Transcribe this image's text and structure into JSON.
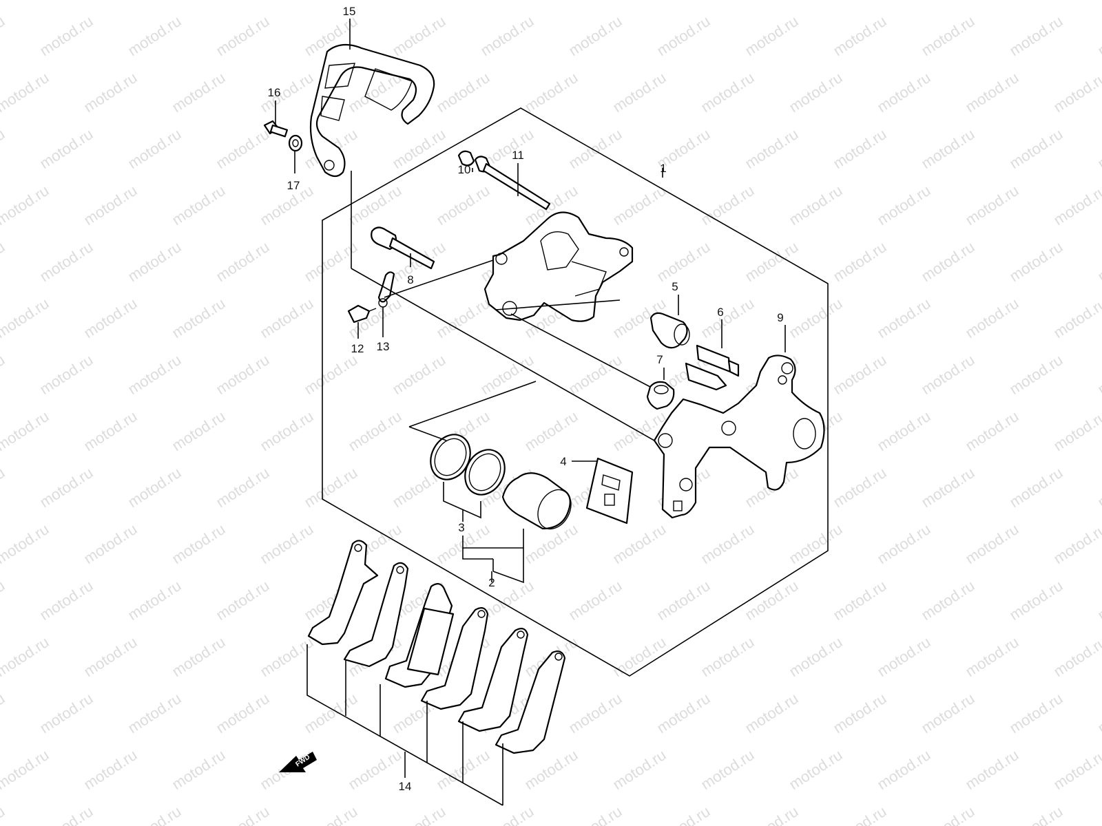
{
  "watermark": "motod.ru",
  "fwd_label": "FWD",
  "callouts": [
    "1",
    "2",
    "3",
    "4",
    "5",
    "6",
    "7",
    "8",
    "9",
    "10",
    "11",
    "12",
    "13",
    "14",
    "15",
    "16",
    "17"
  ]
}
